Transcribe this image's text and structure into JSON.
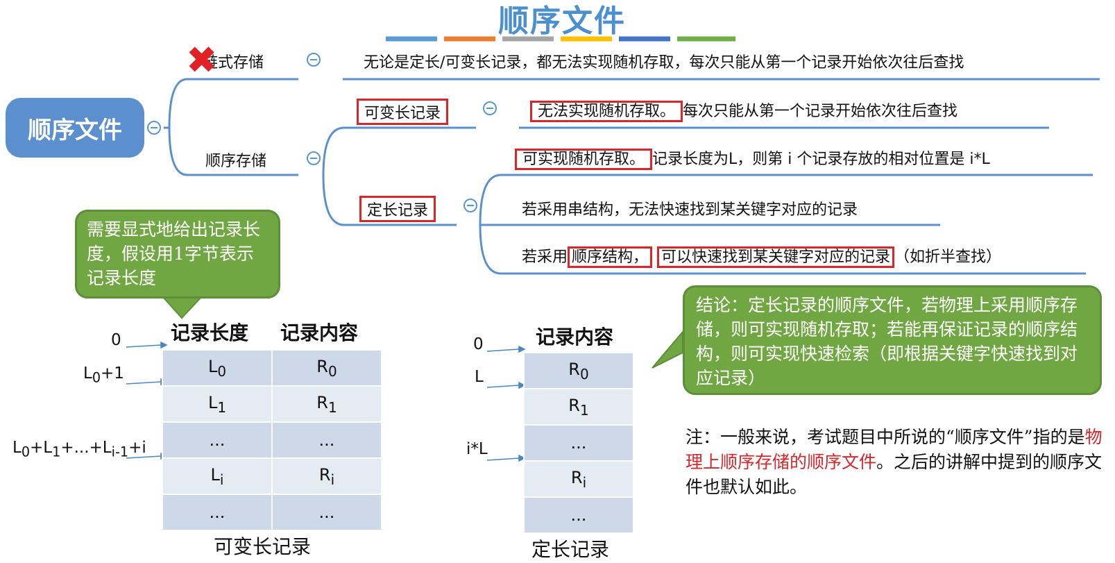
{
  "title": "顺序文件",
  "root": "顺序文件",
  "linked": {
    "label": "链式存储",
    "desc": "无论是定长/可变长记录，都无法实现随机存取，每次只能从第一个记录开始依次往后查找"
  },
  "sequential": {
    "label": "顺序存储",
    "variable": {
      "label": "可变长记录",
      "desc_boxed": "无法实现随机存取。",
      "desc_rest": "每次只能从第一个记录开始依次往后查找"
    },
    "fixed": {
      "label": "定长记录",
      "item1_boxed": "可实现随机存取。",
      "item1_rest": "记录长度为L，则第 i 个记录存放的相对位置是 i*L",
      "item2": "若采用串结构，无法快速找到某关键字对应的记录",
      "item3_prefix": "若采用",
      "item3_box1": "顺序结构，",
      "item3_box2": "可以快速找到某关键字对应的记录",
      "item3_suffix": "（如折半查找）"
    }
  },
  "bubble_variable": "需要显式地给出记录长度，假设用1字节表示记录长度",
  "bubble_conclusion": "结论：定长记录的顺序文件，若物理上采用顺序存储，则可实现随机存取；若能再保证记录的顺序结构，则可实现快速检索（即根据关键字快速找到对应记录）",
  "var_table": {
    "header_len": "记录长度",
    "header_content": "记录内容",
    "caption": "可变长记录",
    "addr": {
      "a0": "0",
      "a1_base": "L",
      "a1_sub": "0",
      "a1_tail": "+1",
      "a2_p1": "L",
      "a2_s1": "0",
      "a2_p2": "+L",
      "a2_s2": "1",
      "a2_p3": "+...+L",
      "a2_s3": "i-1",
      "a2_p4": "+i"
    },
    "rows": [
      {
        "len": "L",
        "len_sub": "0",
        "rec": "R",
        "rec_sub": "0"
      },
      {
        "len": "L",
        "len_sub": "1",
        "rec": "R",
        "rec_sub": "1"
      },
      {
        "len": "...",
        "len_sub": "",
        "rec": "...",
        "rec_sub": ""
      },
      {
        "len": "L",
        "len_sub": "i",
        "rec": "R",
        "rec_sub": "i"
      },
      {
        "len": "...",
        "len_sub": "",
        "rec": "...",
        "rec_sub": ""
      }
    ]
  },
  "fixed_table": {
    "header_content": "记录内容",
    "caption": "定长记录",
    "addr": {
      "a0": "0",
      "a1": "L",
      "a2": "i*L"
    },
    "rows": [
      {
        "rec": "R",
        "rec_sub": "0"
      },
      {
        "rec": "R",
        "rec_sub": "1"
      },
      {
        "rec": "...",
        "rec_sub": ""
      },
      {
        "rec": "R",
        "rec_sub": "i"
      },
      {
        "rec": "...",
        "rec_sub": ""
      }
    ]
  },
  "note": {
    "p1": "注：一般来说，考试题目中所说的“顺序文件”指的是",
    "highlight": "物理上顺序存储的顺序文件",
    "p2": "。之后的讲解中提到的顺序文件也默认如此。"
  },
  "colors": {
    "accent_blue": "#4a8fd0",
    "root_blue": "#5b8fcd",
    "bubble_green": "#70a743",
    "red": "#d9262b",
    "stripe": [
      "#5b9bd5",
      "#ed7d31",
      "#a5a5a5",
      "#ffc000",
      "#4472c4",
      "#70ad47"
    ]
  }
}
